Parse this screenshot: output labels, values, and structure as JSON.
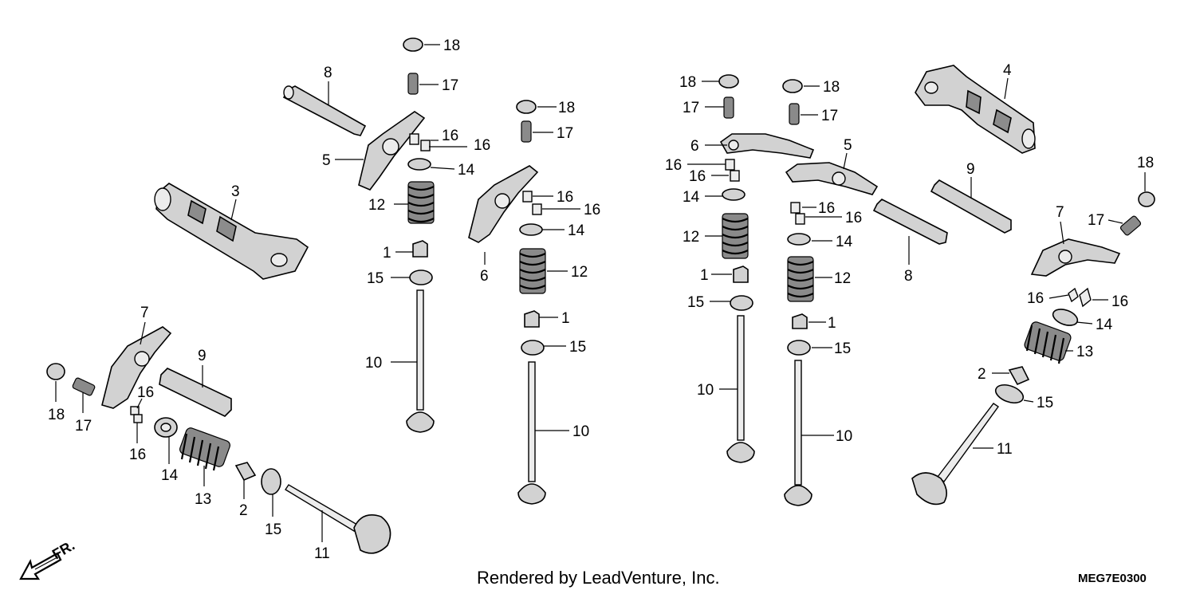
{
  "diagram": {
    "credit": "Rendered by LeadVenture, Inc.",
    "diagram_code": "MEG7E0300",
    "direction_label": "FR.",
    "callouts": [
      "1",
      "2",
      "3",
      "4",
      "5",
      "6",
      "7",
      "8",
      "9",
      "10",
      "11",
      "12",
      "13",
      "14",
      "15",
      "16",
      "17",
      "18"
    ]
  }
}
